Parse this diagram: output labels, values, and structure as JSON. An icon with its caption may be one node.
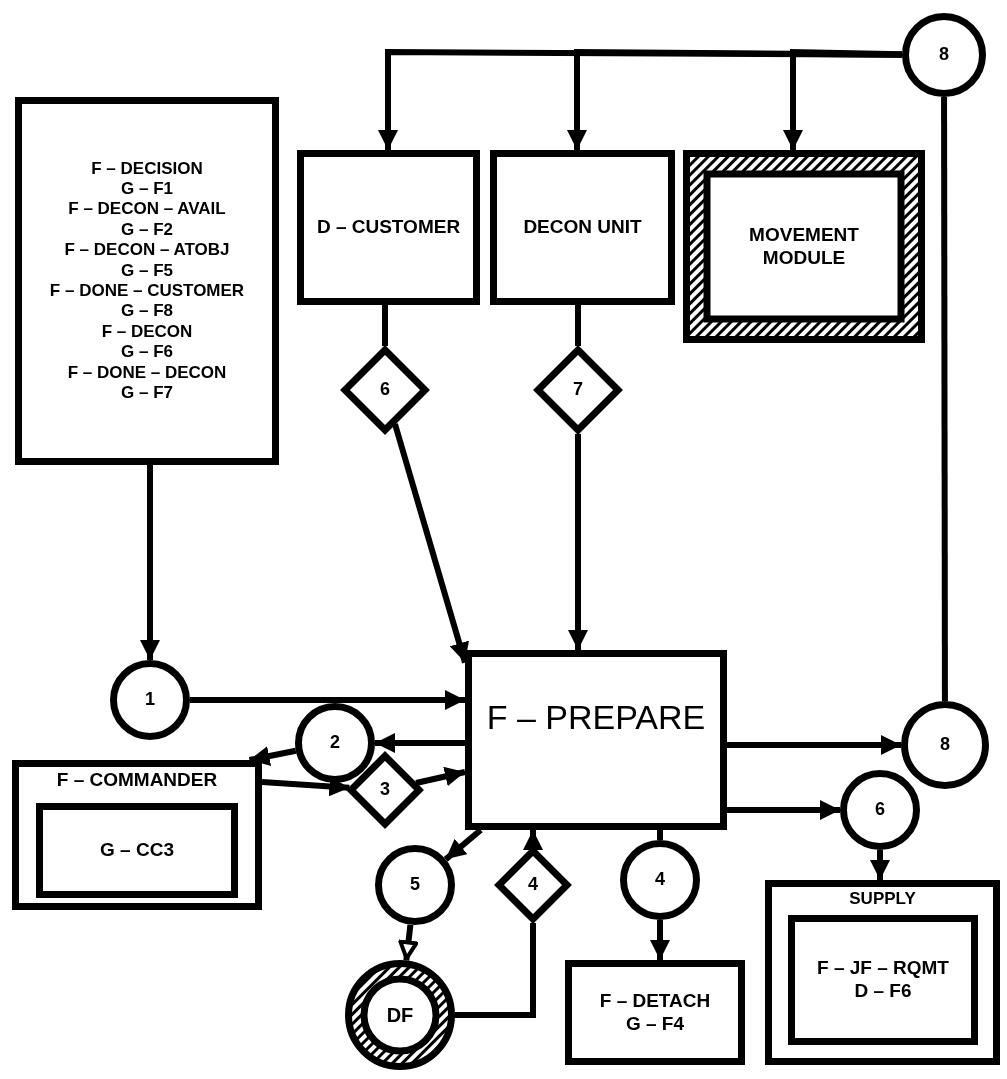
{
  "diagram": {
    "nodes": [
      {
        "text": [
          "F – DECISION",
          "G – F1",
          "F – DECON – AVAIL",
          "G – F2",
          "F – DECON – ATOBJ",
          "G – F5",
          "F – DONE – CUSTOMER",
          "G – F8",
          "F – DECON",
          "G – F6",
          "F – DONE – DECON",
          "G – F7"
        ]
      },
      {
        "text": [
          "D – CUSTOMER"
        ]
      },
      {
        "text": [
          "DECON UNIT"
        ]
      },
      {
        "text": [
          "MOVEMENT MODULE"
        ]
      },
      {
        "text": [
          "8"
        ]
      },
      {
        "text": [
          "6"
        ]
      },
      {
        "text": [
          "7"
        ]
      },
      {
        "text": [
          "1"
        ]
      },
      {
        "text": [
          "F – PREPARE"
        ]
      },
      {
        "text": [
          "8"
        ]
      },
      {
        "text": [
          "2"
        ]
      },
      {
        "text": [
          "F – COMMANDER"
        ]
      },
      {
        "text": [
          "G – CC3"
        ],
        "in": 11
      },
      {
        "text": [
          "3"
        ]
      },
      {
        "text": [
          "6"
        ]
      },
      {
        "text": [
          "5"
        ]
      },
      {
        "text": [
          "4"
        ]
      },
      {
        "text": [
          "4"
        ]
      },
      {
        "text": [
          "DF"
        ]
      },
      {
        "text": [
          "F – DETACH",
          "G – F4"
        ]
      },
      {
        "text": [
          "SUPPLY"
        ]
      },
      {
        "text": [
          "F – JF – RQMT",
          "D – F6"
        ],
        "in": 20
      }
    ],
    "edges": [
      {
        "from": 4,
        "to": 1,
        "arrow": "to"
      },
      {
        "from": 4,
        "to": 2,
        "arrow": "to"
      },
      {
        "from": 4,
        "to": 3,
        "arrow": "to"
      },
      {
        "from": 4,
        "to": 9,
        "arrow": "none"
      },
      {
        "from": 1,
        "to": 5,
        "arrow": "none"
      },
      {
        "from": 5,
        "to": 8,
        "arrow": "to"
      },
      {
        "from": 2,
        "to": 6,
        "arrow": "none"
      },
      {
        "from": 6,
        "to": 8,
        "arrow": "to"
      },
      {
        "from": 0,
        "to": 7,
        "arrow": "to"
      },
      {
        "from": 7,
        "to": 8,
        "arrow": "to"
      },
      {
        "from": 8,
        "to": 9,
        "arrow": "to"
      },
      {
        "from": 8,
        "to": 10,
        "arrow": "to"
      },
      {
        "from": 10,
        "to": 11,
        "arrow": "to"
      },
      {
        "from": 11,
        "to": 13,
        "arrow": "to"
      },
      {
        "from": 13,
        "to": 8,
        "arrow": "to"
      },
      {
        "from": 8,
        "to": 14,
        "arrow": "to"
      },
      {
        "from": 14,
        "to": 20,
        "arrow": "to"
      },
      {
        "from": 8,
        "to": 15,
        "arrow": "to"
      },
      {
        "from": 15,
        "to": 18,
        "arrow": "to"
      },
      {
        "from": 18,
        "to": 16,
        "arrow": "none"
      },
      {
        "from": 16,
        "to": 8,
        "arrow": "to"
      },
      {
        "from": 8,
        "to": 17,
        "arrow": "none"
      },
      {
        "from": 17,
        "to": 19,
        "arrow": "to"
      }
    ]
  }
}
